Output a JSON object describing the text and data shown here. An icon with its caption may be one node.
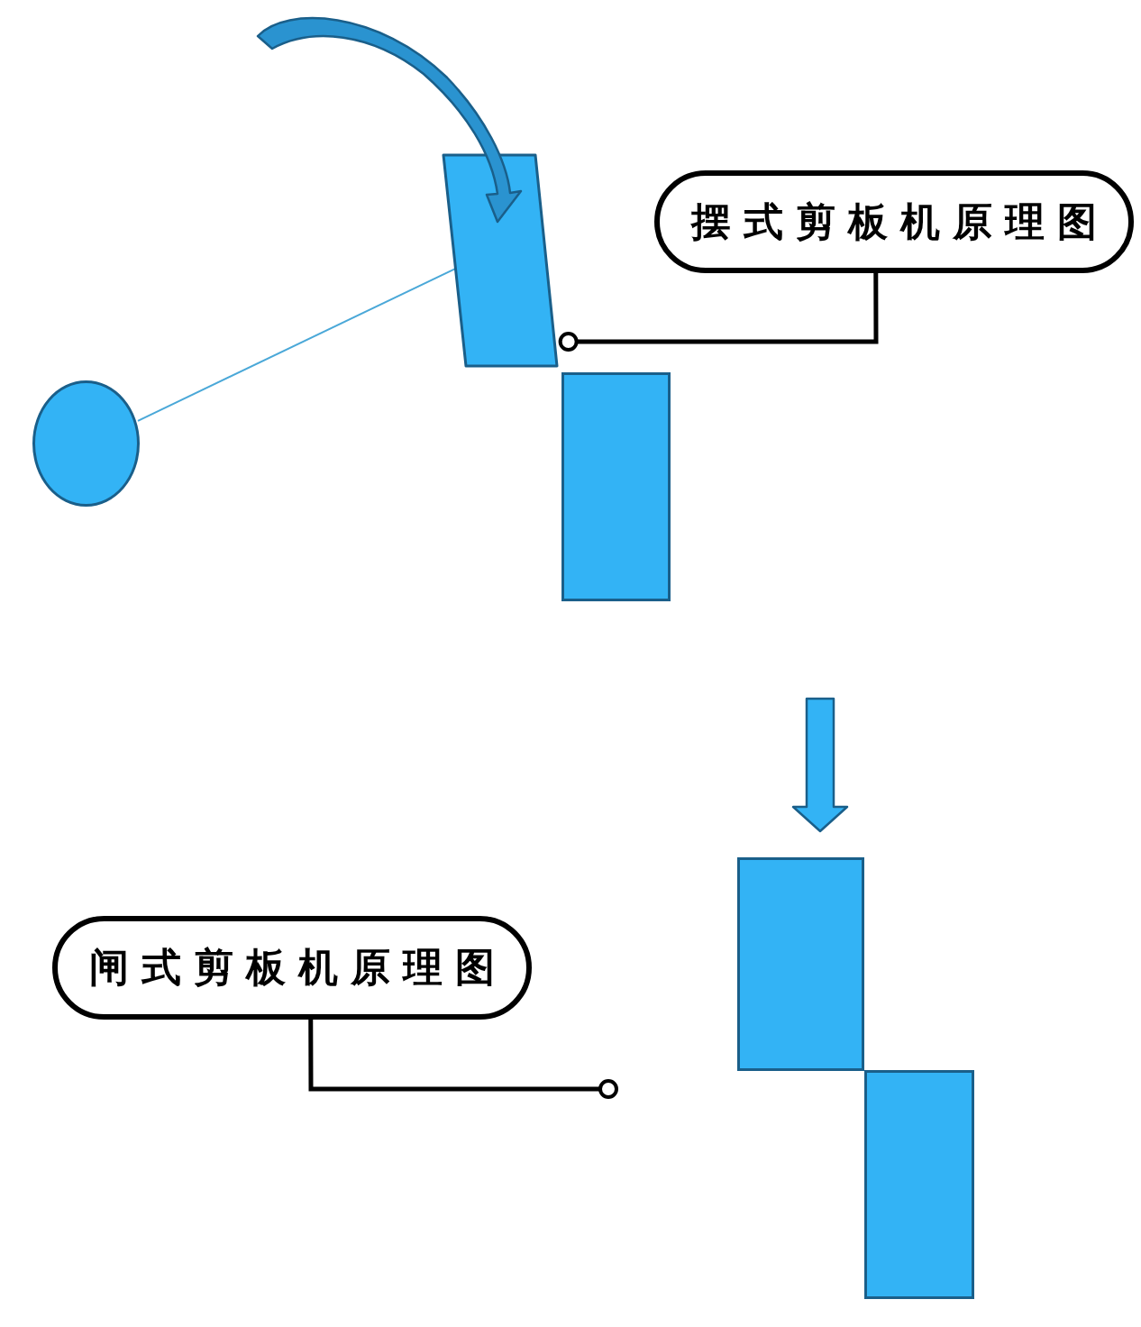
{
  "diagram": {
    "nodes": [
      {
        "text": [],
        "shape": "box"
      },
      {
        "text": [
          "摆式剪板机原理图"
        ]
      },
      {
        "text": [],
        "shape": "box"
      },
      {
        "text": [],
        "shape": "circle"
      },
      {
        "text": [],
        "shape": "box"
      },
      {
        "text": [
          "闸式剪板机原理图"
        ]
      },
      {
        "text": [],
        "shape": "box"
      }
    ],
    "edges": [
      {
        "from": 3,
        "to": 0,
        "arrow": "none",
        "color": "#4aa8d8"
      },
      {
        "from": 1,
        "to": 0,
        "arrow": "other"
      },
      {
        "from": 5,
        "to": null,
        "arrow": "other"
      }
    ]
  }
}
